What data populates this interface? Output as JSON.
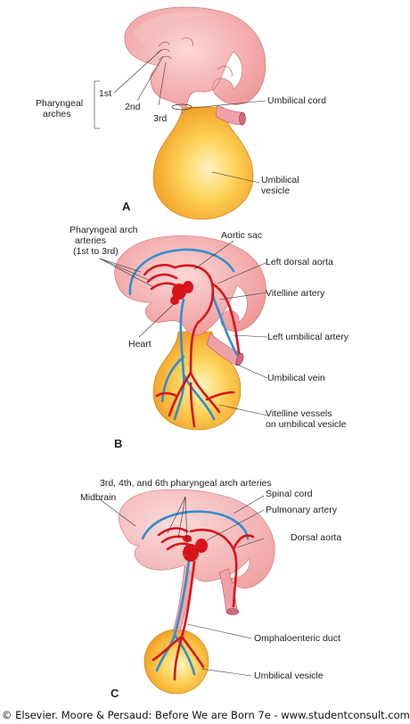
{
  "panels": {
    "a": {
      "letter": "A",
      "labels": {
        "arches_l1": "Pharyngeal",
        "arches_l2": "arches",
        "first": "1st",
        "second": "2nd",
        "third": "3rd",
        "umbilical_cord": "Umbilical cord",
        "vesicle_l1": "Umbilical",
        "vesicle_l2": "vesicle"
      }
    },
    "b": {
      "letter": "B",
      "labels": {
        "arch_arteries_l1": "Pharyngeal arch",
        "arch_arteries_l2": "arteries",
        "arch_arteries_l3": "(1st to 3rd)",
        "aortic_sac": "Aortic sac",
        "left_dorsal_aorta": "Left dorsal aorta",
        "vitelline_artery": "Vitelline artery",
        "heart": "Heart",
        "left_umbilical_artery": "Left umbilical artery",
        "umbilical_vein": "Umbilical vein",
        "vitelline_vessels_l1": "Vitelline vessels",
        "vitelline_vessels_l2": "on umbilical vesicle"
      }
    },
    "c": {
      "letter": "C",
      "labels": {
        "arch_arteries": "3rd, 4th, and 6th pharyngeal arch arteries",
        "midbrain": "Midbrain",
        "spinal_cord": "Spinal cord",
        "pulmonary_artery": "Pulmonary artery",
        "dorsal_aorta": "Dorsal aorta",
        "omphaloenteric_duct": "Omphaloenteric duct",
        "umbilical_vesicle": "Umbilical vesicle"
      }
    }
  },
  "copyright": "© Elsevier. Moore & Persaud: Before We are Born 7e - www.studentconsult.com",
  "colors": {
    "embryo_pink": "#f29e9e",
    "embryo_light": "#f8cccc",
    "yolk_yellow": "#f7a928",
    "yolk_light": "#fde79a",
    "artery_red": "#d8141b",
    "vein_blue": "#2f8fd0"
  }
}
